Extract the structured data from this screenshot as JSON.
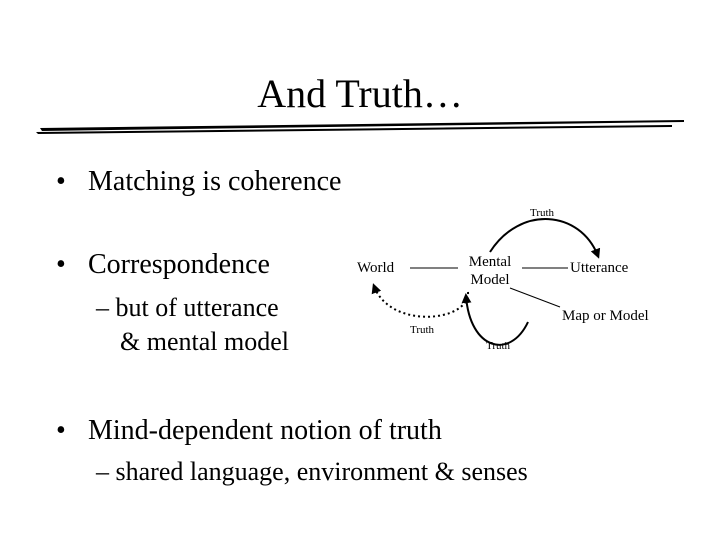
{
  "slide": {
    "title": "And Truth…",
    "bullets": [
      {
        "marker": "•",
        "text": "Matching is coherence"
      },
      {
        "marker": "•",
        "text": "Correspondence"
      },
      {
        "marker": "•",
        "text": "Mind-dependent notion of truth"
      }
    ],
    "sub_bullets": {
      "correspondence_line1": "– but of utterance",
      "correspondence_line2": "& mental model",
      "mind_dependent": "– shared language, environment & senses"
    }
  },
  "diagram": {
    "world": "World",
    "mental_model_line1": "Mental",
    "mental_model_line2": "Model",
    "utterance": "Utterance",
    "map_or_model": "Map or Model",
    "truth_top": "Truth",
    "truth_left": "Truth",
    "truth_bottom": "Truth"
  }
}
